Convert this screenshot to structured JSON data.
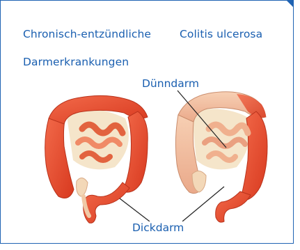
{
  "left_title_line1": "Chronisch-entzündliche",
  "left_title_line2": "Darmerkrankungen",
  "right_title": "Colitis ulcerosa",
  "labels": {
    "small_intestine": "Dünndarm",
    "large_intestine": "Dickdarm"
  },
  "colors": {
    "accent": "#1a5fb0",
    "inflamed": "#e0452a",
    "tissue": "#f3c6a8",
    "pale": "#f6e3c6"
  }
}
